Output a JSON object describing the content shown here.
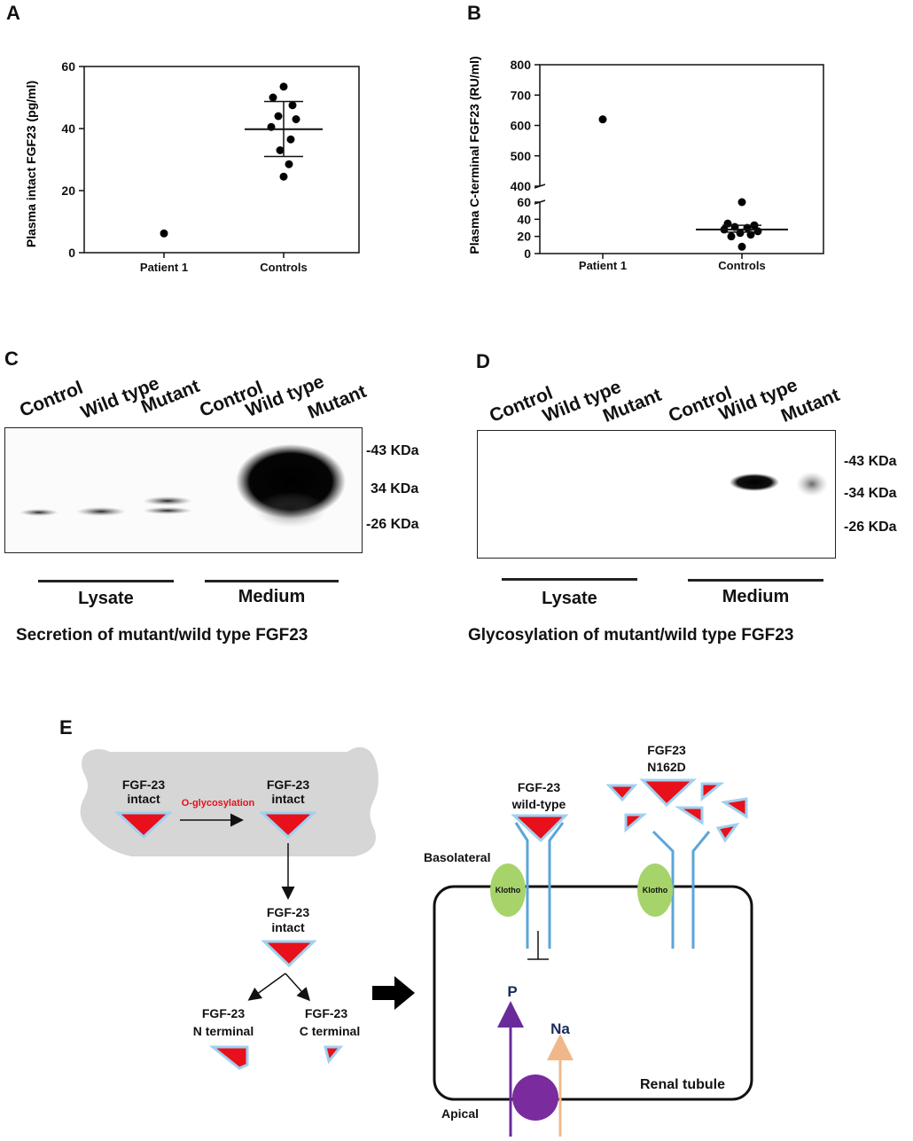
{
  "panels": {
    "a": "A",
    "b": "B",
    "c": "C",
    "d": "D",
    "e": "E"
  },
  "chart_data": [
    {
      "type": "scatter",
      "panel": "A",
      "ylabel": "Plasma intact FGF23 (pg/ml)",
      "categories": [
        "Patient 1",
        "Controls"
      ],
      "ylim": [
        0,
        60
      ],
      "yticks": [
        "0",
        "20",
        "40",
        "60"
      ],
      "points": [
        {
          "category": "Patient 1",
          "values": [
            6.2
          ]
        },
        {
          "category": "Controls",
          "values": [
            53.5,
            50,
            47.5,
            44,
            43,
            40.5,
            36.5,
            33,
            28.5,
            24.5
          ]
        }
      ],
      "mean": 39.8,
      "sd": [
        31,
        48.7
      ]
    },
    {
      "type": "scatter",
      "panel": "B",
      "ylabel": "Plasma C-terminal FGF23 (RU/ml)",
      "categories": [
        "Patient 1",
        "Controls"
      ],
      "ylim_lower": [
        0,
        60
      ],
      "ylim_upper": [
        400,
        800
      ],
      "yticks": [
        "0",
        "20",
        "40",
        "60",
        "400",
        "500",
        "600",
        "700",
        "800"
      ],
      "points": [
        {
          "category": "Patient 1",
          "values": [
            620
          ]
        },
        {
          "category": "Controls",
          "values": [
            60,
            35,
            33,
            31,
            30,
            28,
            26,
            24,
            22,
            20,
            8
          ]
        }
      ],
      "mean": 28,
      "sd": [
        25,
        33
      ]
    }
  ],
  "blot_c": {
    "lanes": [
      "Control",
      "Wild type",
      "Mutant",
      "Control",
      "Wild type",
      "Mutant"
    ],
    "markers": [
      "-43 KDa",
      "34 KDa",
      "-26 KDa"
    ],
    "groups": [
      "Lysate",
      "Medium"
    ],
    "caption": "Secretion of mutant/wild type FGF23"
  },
  "blot_d": {
    "lanes": [
      "Control",
      "Wild type",
      "Mutant",
      "Control",
      "Wild type",
      "Mutant"
    ],
    "markers": [
      "-43 KDa",
      "-34 KDa",
      "-26 KDa"
    ],
    "groups": [
      "Lysate",
      "Medium"
    ],
    "caption": "Glycosylation of mutant/wild type FGF23"
  },
  "diagram": {
    "fgf_intact_1": [
      "FGF-23",
      "intact"
    ],
    "o_glycosylation": "O-glycosylation",
    "fgf_intact_2": [
      "FGF-23",
      "intact"
    ],
    "fgf_intact_3": [
      "FGF-23",
      "intact"
    ],
    "n_terminal": [
      "FGF-23",
      "N terminal"
    ],
    "c_terminal": [
      "FGF-23",
      "C terminal"
    ],
    "wild_type": [
      "FGF-23",
      "wild-type"
    ],
    "mutant": [
      "FGF23",
      "N162D"
    ],
    "basolateral": "Basolateral",
    "apical": "Apical",
    "klotho": "Klotho",
    "p": "P",
    "na": "Na",
    "renal_tubule": "Renal tubule",
    "colors": {
      "triangle": "#e8101a",
      "triangle_edge": "#9fd0f0",
      "klotho": "#a6d46a",
      "receptor": "#5ba6d8",
      "transporter": "#7a2b9e",
      "p_arrow": "#6a2b9a",
      "na_arrow": "#f0b88a",
      "bone": "#d6d6d6"
    }
  }
}
